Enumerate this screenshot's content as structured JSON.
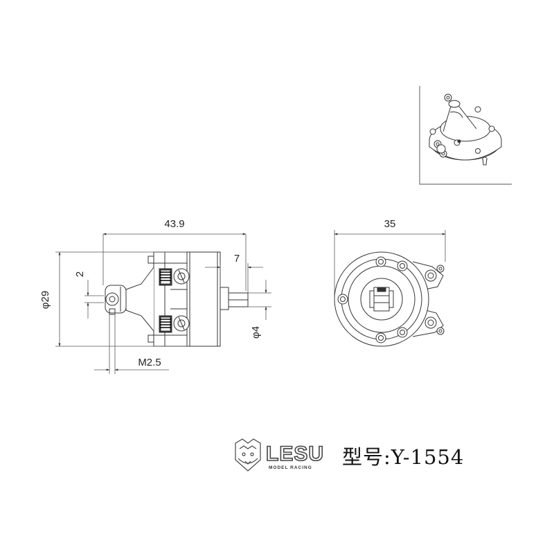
{
  "dimensions": {
    "overall_length": "43.9",
    "diameter_front": "35",
    "body_diameter": "φ29",
    "shaft_length": "7",
    "shaft_diameter": "φ4",
    "link_width": "2",
    "thread": "M2.5"
  },
  "brand": {
    "name": "LESU",
    "tagline": "MODEL RACING"
  },
  "model": {
    "label": "型号:Y-1554"
  },
  "colors": {
    "line": "#333333",
    "dim_line": "#555555",
    "frame": "#8a8a8a"
  }
}
